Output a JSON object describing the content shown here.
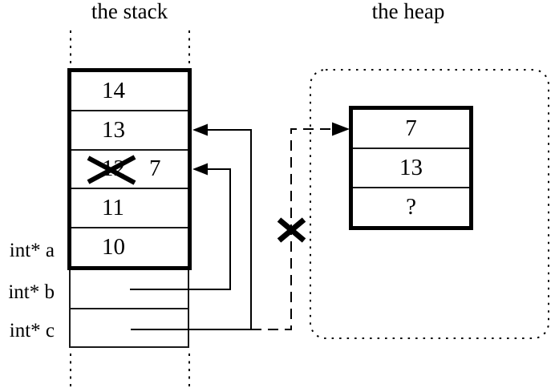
{
  "titles": {
    "stack": "the stack",
    "heap": "the heap"
  },
  "stack_box": {
    "cells": [
      {
        "value": "14"
      },
      {
        "value": "13"
      },
      {
        "value": "12",
        "crossed_out": true,
        "replacement": "7"
      },
      {
        "value": "11"
      },
      {
        "value": "10"
      }
    ]
  },
  "pointer_labels": {
    "a": "int* a",
    "b": "int* b",
    "c": "int* c"
  },
  "heap_box": {
    "cells": [
      {
        "value": "7"
      },
      {
        "value": "13"
      },
      {
        "value": "?"
      }
    ]
  },
  "annotations": {
    "crossed_out_stack_value": "12",
    "severed_pointer_marker": "X",
    "unknown_heap_value": "?"
  },
  "colors": {
    "ink": "#000000",
    "background": "#ffffff"
  }
}
